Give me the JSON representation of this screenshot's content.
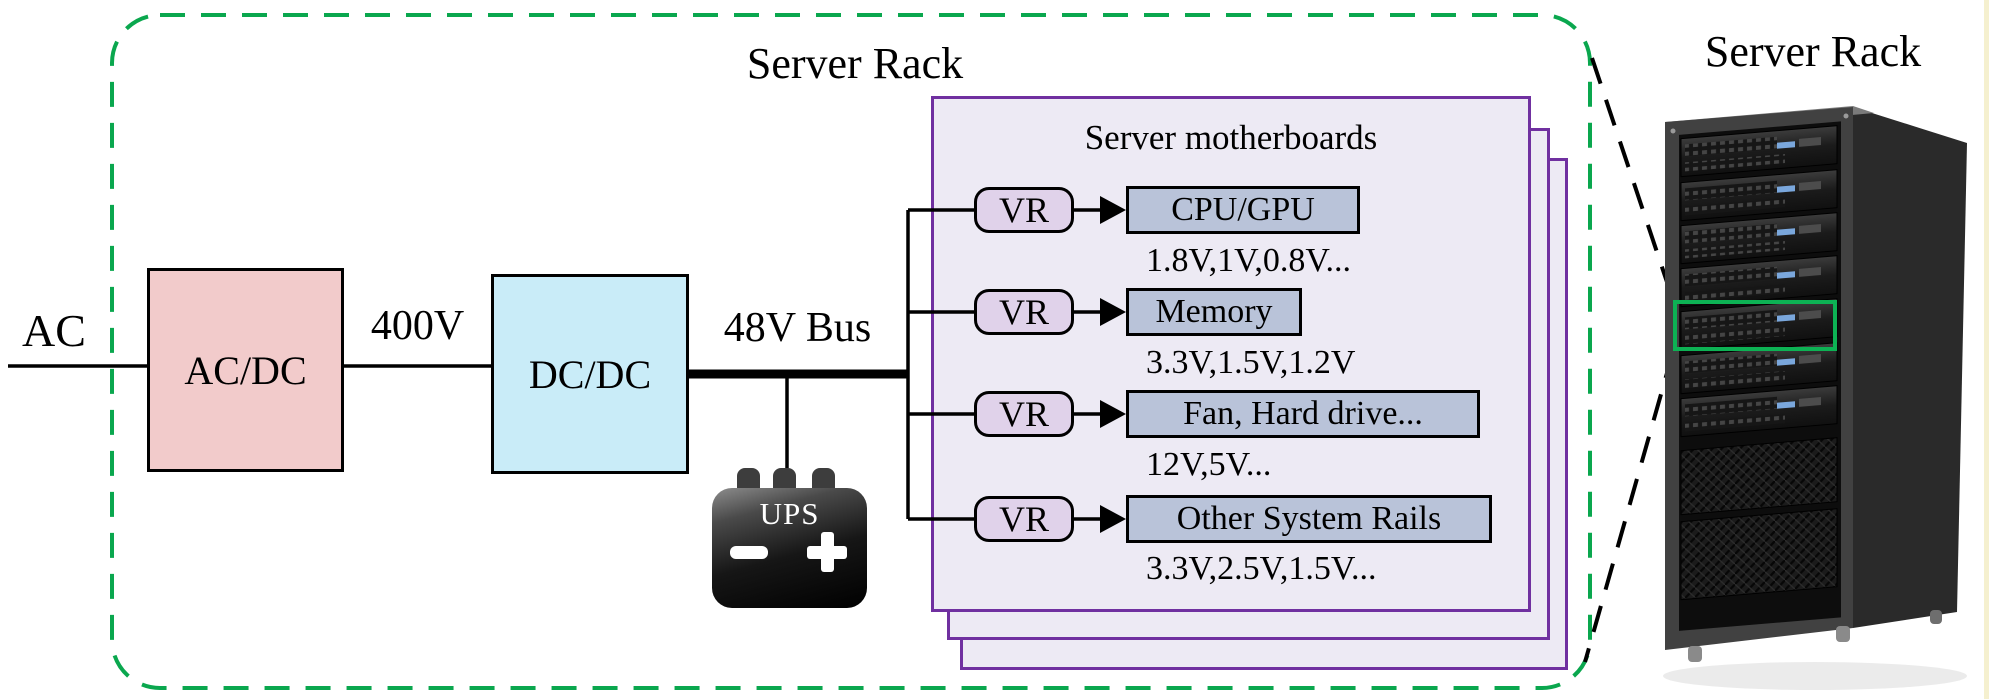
{
  "diagram": {
    "title": "Server Rack",
    "input_label": "AC",
    "converters": {
      "ac_dc": "AC/DC",
      "dc_dc": "DC/DC"
    },
    "links": {
      "intermediate_bus": "400V",
      "main_bus": "48V Bus"
    },
    "ups": {
      "label": "UPS"
    },
    "motherboard_panel": {
      "title": "Server motherboards",
      "vr_label": "VR",
      "rows": [
        {
          "load": "CPU/GPU",
          "rails": "1.8V,1V,0.8V..."
        },
        {
          "load": "Memory",
          "rails": "3.3V,1.5V,1.2V"
        },
        {
          "load": "Fan, Hard drive...",
          "rails": "12V,5V..."
        },
        {
          "load": "Other System Rails",
          "rails": "3.3V,2.5V,1.5V..."
        }
      ]
    }
  },
  "rack_photo": {
    "title": "Server Rack"
  },
  "colors": {
    "enclosure_dashed_green": "#0aa74e",
    "highlight_green": "#0db254",
    "panel_border_purple": "#7030a0",
    "panel_fill": "#edeaf4",
    "acdc_fill": "#f2cbcb",
    "dcdc_fill": "#c9ecf8",
    "vr_fill": "#e0d2ea",
    "load_fill": "#b9c3d9",
    "wire_black": "#000000"
  }
}
